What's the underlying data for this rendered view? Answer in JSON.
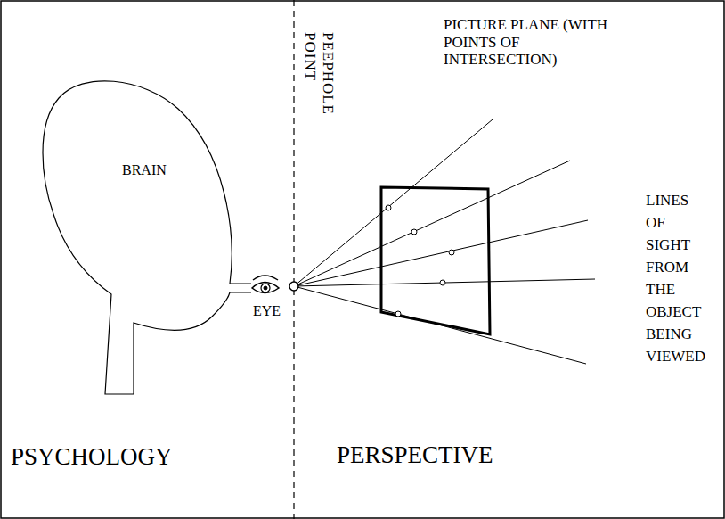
{
  "diagram": {
    "nodes": [
      {
        "text": [
          "BRAIN"
        ]
      }
    ],
    "labels": [
      "EYE",
      "PEEPHOLE POINT",
      "PICTURE PLANE (WITH POINTS OF INTERSECTION)",
      "LINES OF SIGHT FROM THE OBJECT BEING VIEWED",
      "PSYCHOLOGY",
      "PERSPECTIVE"
    ]
  }
}
